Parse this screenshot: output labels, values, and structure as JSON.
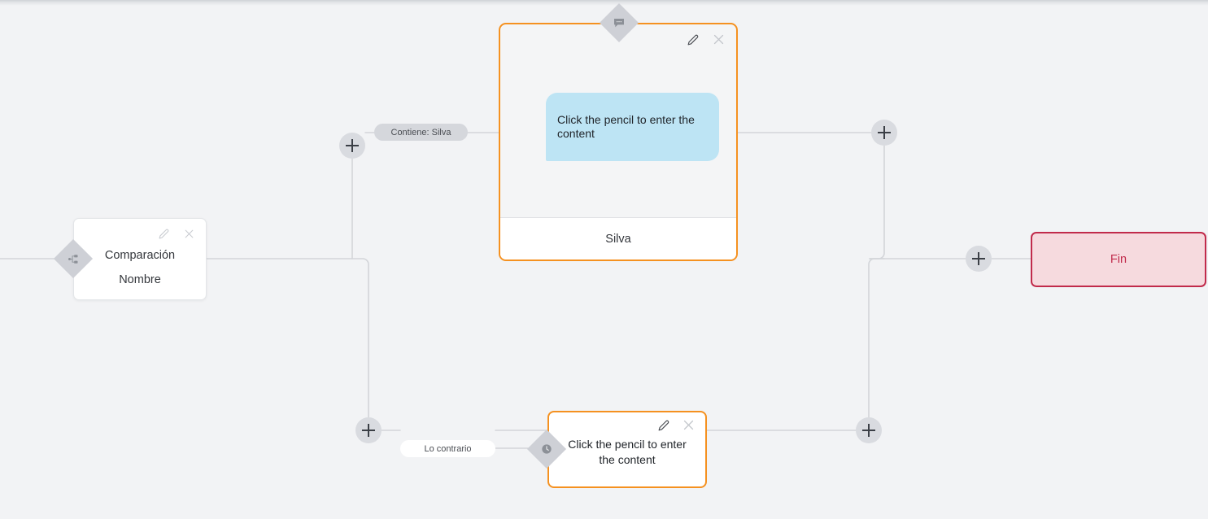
{
  "canvas": {
    "background": "#f2f3f5",
    "accent_orange": "#f59120",
    "accent_crimson": "#c12b4b",
    "bubble_blue": "#bde4f4",
    "diamond_gray": "#ced0d6",
    "plus_gray": "#d9dbe0"
  },
  "nodes": {
    "comparison": {
      "title": "Comparación",
      "subtitle": "Nombre",
      "edit_icon": "pencil-icon",
      "close_icon": "close-icon",
      "badge_icon": "branch-split-icon"
    },
    "message": {
      "bubble_text": "Click the pencil to enter the content",
      "footer_label": "Silva",
      "edit_icon": "pencil-icon",
      "close_icon": "close-icon",
      "badge_icon": "speech-bubble-icon"
    },
    "wait": {
      "body_text": "Click the pencil to enter the content",
      "edit_icon": "pencil-icon",
      "close_icon": "close-icon",
      "badge_icon": "clock-icon"
    },
    "end": {
      "label": "Fin"
    }
  },
  "edge_labels": {
    "branch_true": "Contiene: Silva",
    "branch_false": "Lo contrario"
  },
  "add_buttons": [
    {
      "id": "add-top-branch",
      "name": "add-step-top-branch"
    },
    {
      "id": "add-bottom-branch",
      "name": "add-step-bottom-branch"
    },
    {
      "id": "add-top-right",
      "name": "add-step-after-message"
    },
    {
      "id": "add-bottom-right",
      "name": "add-step-after-wait"
    },
    {
      "id": "add-before-end",
      "name": "add-step-before-end"
    }
  ]
}
